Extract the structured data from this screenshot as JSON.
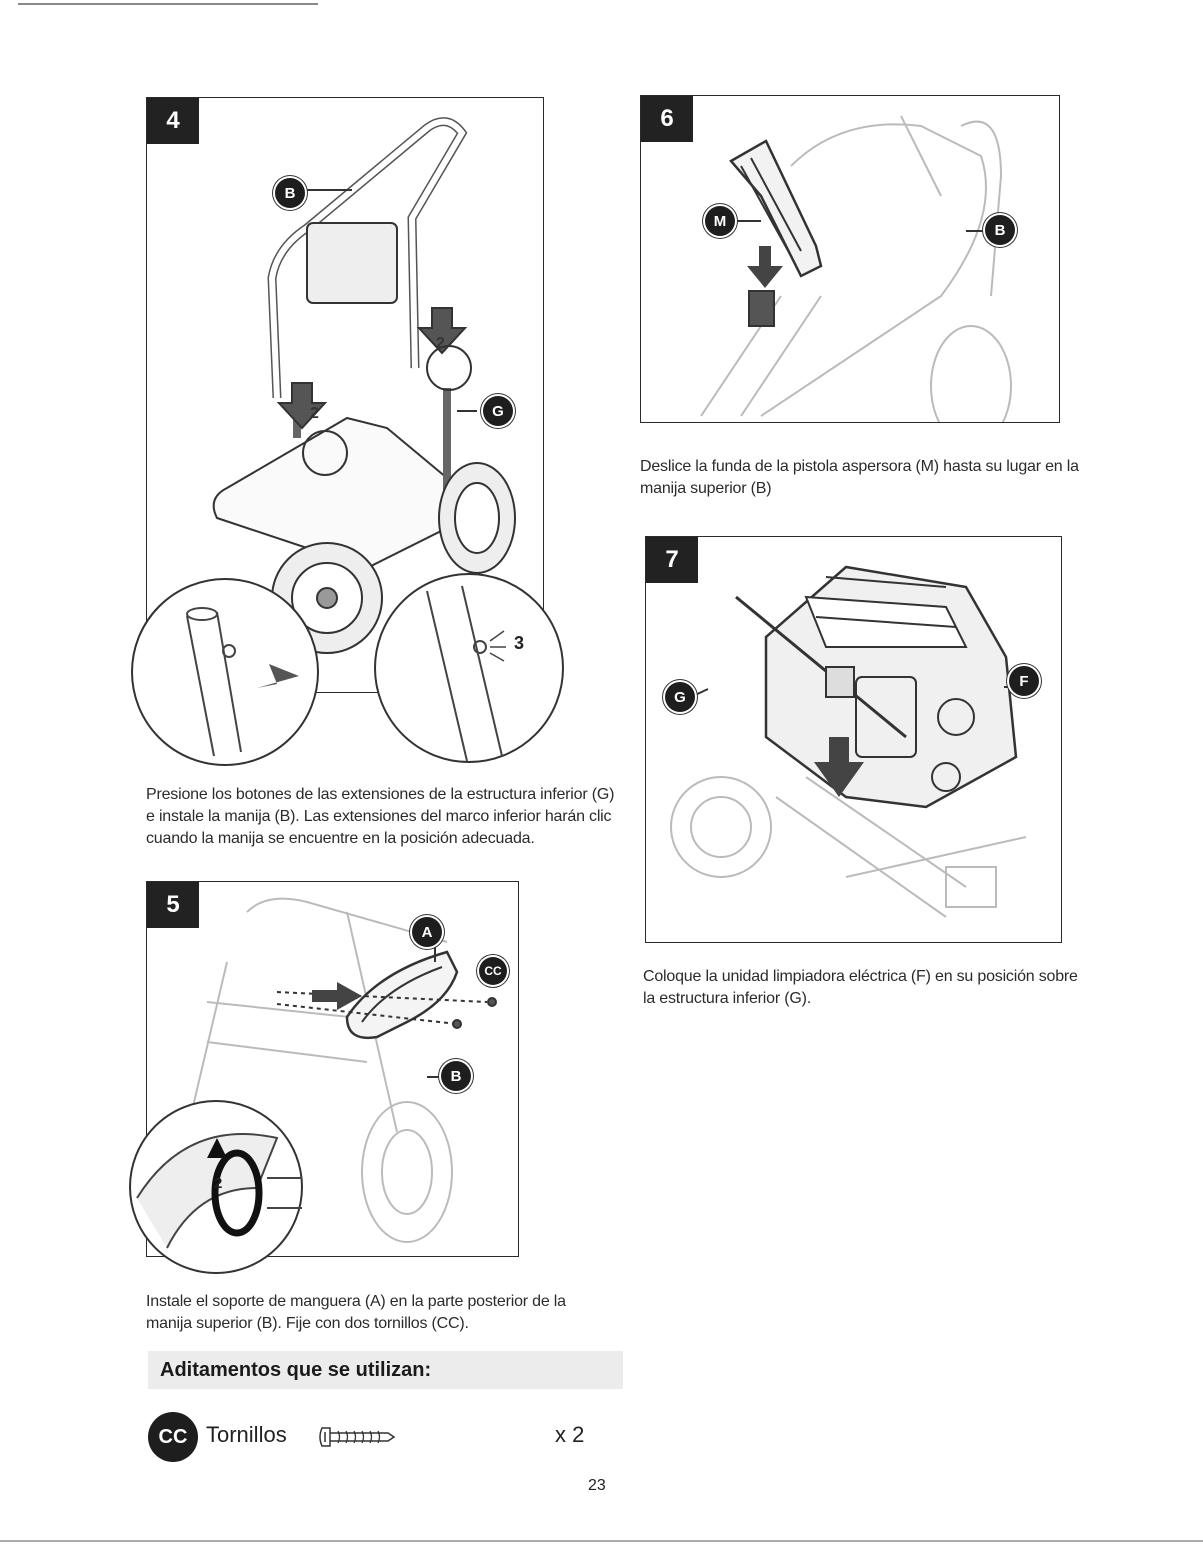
{
  "steps": [
    {
      "number": "4",
      "caption": "Presione los botones de las extensiones de la estructura inferior (G) e instale la manija (B). Las extensiones del marco inferior harán clic cuando la manija se encuentre en la posición adecuada.",
      "callouts": [
        "B",
        "G"
      ],
      "arrow_labels": [
        "2",
        "2",
        "3"
      ]
    },
    {
      "number": "5",
      "caption": "Instale el soporte de manguera (A) en la parte posterior de la manija superior (B). Fije con dos tornillos (CC).",
      "callouts": [
        "A",
        "CC",
        "B"
      ],
      "arrow_labels": [
        "2"
      ]
    },
    {
      "number": "6",
      "caption": "Deslice la funda de la pistola aspersora (M) hasta su lugar en la manija superior (B)",
      "callouts": [
        "M",
        "B"
      ]
    },
    {
      "number": "7",
      "caption": "Coloque la unidad limpiadora eléctrica (F) en su posición sobre la estructura inferior (G).",
      "callouts": [
        "G",
        "F"
      ]
    }
  ],
  "hardware": {
    "title": "Aditamentos que se utilizan:",
    "items": [
      {
        "code": "CC",
        "name": "Tornillos",
        "icon": "screw-icon",
        "quantity": "x 2"
      }
    ]
  },
  "page_number": "23"
}
